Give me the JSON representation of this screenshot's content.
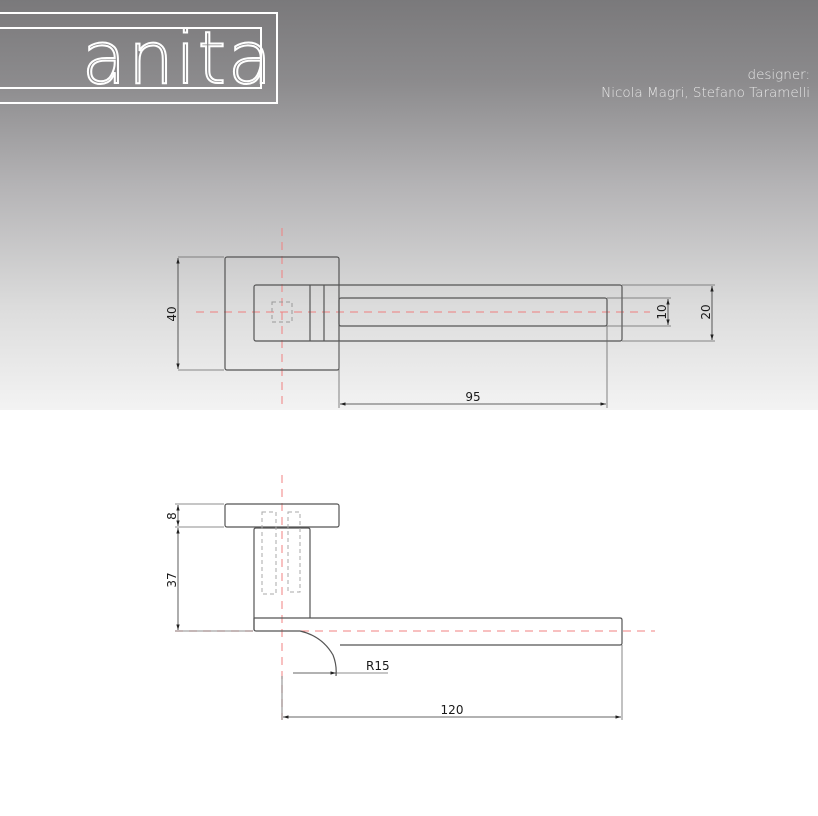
{
  "header": {
    "brand": "anita",
    "designer_label": "designer:",
    "designer_names": "Nicola Magri, Stefano Taramelli"
  },
  "colors": {
    "outline": "#555555",
    "dim_line": "#333333",
    "center_line": "#f08080",
    "hidden_line": "#aaaaaa",
    "bg_top": "#7a797b",
    "bg_bottom": "#ffffff"
  },
  "top_view": {
    "dimensions": {
      "rosette_height": "40",
      "lever_length": "95",
      "inner_slot_height": "10",
      "lever_height": "20"
    }
  },
  "side_view": {
    "dimensions": {
      "rosette_thickness": "8",
      "neck_height": "37",
      "radius": "R15",
      "total_length": "120"
    }
  }
}
